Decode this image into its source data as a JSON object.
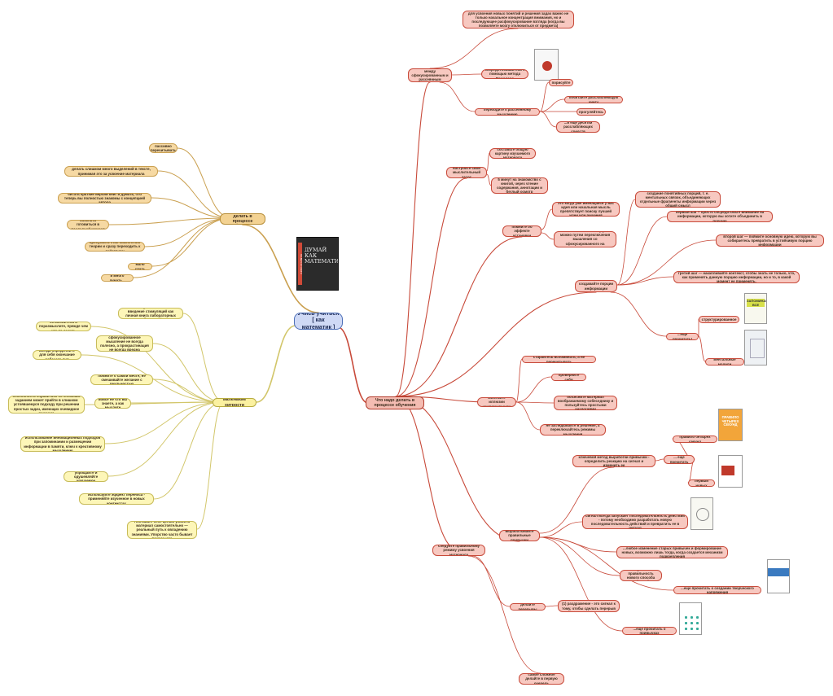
{
  "central": {
    "text": "Учись учиться [ как математик ]"
  },
  "branches": {
    "dont": {
      "label": "Что не надо делать в процессе обучения",
      "items": [
        "пассивно перечитывать",
        "делать слишком много выделений в тексте, принимая это за усвоение материала",
        "читать краткие версии книг и думать, что теперь вы полностью знакомы с концепцией автора",
        "начинать готовиться в последний момент",
        "пропускать этап накопления теории и сразу переходить к действиям",
        "мало спать",
        "и много думать..."
      ]
    },
    "tricks": {
      "label": "маленькие хитрости",
      "items": [
        "самосовершенствование и введение стимуляций как личная книга лабораторных наблюдений",
        "остановитесь и поразмыслите, прежде чем что-то делать",
        "сфокусированное мышление не всегда полезно, а прокрастинация не всегда вредна",
        "всегда определяйте для себя окончание рабочего дня",
        "помните о самой мечте, не смешивайте желание с реальностью",
        "вовсе не что вы знаете, а как мыслите",
        "способность справиться со сложным заданием может прийти в слишком устоявшемуся подходу при решении простых задач, имеющих очевидное решение",
        "использование инновационных подходов при запоминании и размещении информации в памяти, ключ к креативному мышлению",
        "упрощайте и одушевляйте изучаемое",
        "используйте эффект переноса - применяйте изученное в новых контекстах",
        "Поставьте себе целью усвоить материал самостоятельно — реальный путь к овладению знаниями. Упорство часто бывает важнее ума"
      ]
    },
    "do": {
      "label": "Что надо делать в процессе обучения",
      "switch": {
        "label": "переключайтесь между сфокусированным и рассеянным мышлением",
        "top": "для усвоения новых понятий и решения задач важно не только начальное концентрация внимания, но и последующее расфокусирование взгляда (когда вы позволяете мозгу отключиться от предмета)",
        "focus": "сосредоточивайтесь с помощью метода Помодоро",
        "diffuse": "переходите к рассеянному мышлению",
        "diffuse_items": [
          "порисуйте",
          "почитайте расслабляющую книгу",
          "прогуляйтесь",
          "...и еще десятки расслабляющих средств"
        ]
      },
      "tune": {
        "label": "настройте свой мыслительный засос",
        "items": [
          "составьте общую картину изучаемого материала",
          "5 минут на знакомство с книгой, через чтение содержания, аннотации и беглый осмотр"
        ]
      },
      "illusion": {
        "label": "помните об эффекте установки",
        "items": [
          "это когда уже имеющаяся у вас идея или начальная мысль препятствует поиску лучшей идеи или решения",
          "избавиться от такого эффекта можно путем переключения мышления со сфокусированного на рассеянное"
        ]
      },
      "chunks": {
        "label": "создавайте порции информации",
        "items": [
          "создание понятийных порций, т. е. ментальных связок, объединяющих отдельные фрагменты информации через общий смысл",
          "первый шаг – просто сосредоточьте внимание на информации, которую вы хотите объединить в порцию",
          "второй шаг — поймите основную идею, которую вы собираетесь превратить в устойчивую порцию информации",
          "третий шаг — накапливайте контекст, чтобы знать не только, что, как применять данную порцию информации, но и то, в какой момент ее применять."
        ],
        "more": "...еще прочитать!",
        "more_items": [
          "структурированное",
          "ментальные модели"
        ]
      },
      "avoid": {
        "label": "избегайте иллюзии компетентности",
        "items": [
          "старайтесь вспоминать, а не перечитывать",
          "проверяйте себя",
          "объясните материал воображаемому собеседнику и пользуйтесь простыми аналогиями",
          "не заглядывайте в решение, а переключайтесь режимы мышления"
        ]
      },
      "habits": {
        "label": "вырабатывайте правильные привычки",
        "key": "ключевой метод выработки привычки - определить реакцию на сигнал и изменить ее",
        "more": "... еще прочитать",
        "more_items": [
          "правило четырех секунд",
          "первый новых"
        ],
        "items": [
          "сигнал всегда запускает последовательность действий - потому необходимо разработать новую последовательность действий и превратить ее в ритуал",
          "...любое изменение старых привычек и формирование новых, возможно лишь тогда, когда создается механизм подкрепления",
          "верьте в правильность нового способа действий",
          "...еще прочитать о создании творческого напряжения"
        ],
        "habit_read": "...еще прочитать о привычках"
      },
      "pace": {
        "label": "следуйте правильному режиму усвоения материала",
        "breaks": "делайте перерывы",
        "breaks_note": "(1) раздражение - это сигнал к тому, чтобы сделать перерыв",
        "hard": "самое сложное делайте в первую очередь"
      }
    }
  },
  "books": {
    "main": {
      "title": "ДУМАЙ КАК МАТЕМАТИК",
      "tag": "ПО-ВЕРСИИ КНИГИ"
    },
    "power": {
      "title": "ПРАВИЛО ЧЕТЫРЕХ СЕКУНД"
    },
    "scan": {
      "title": "ЗАПОМИНАЙ ВСЕ"
    }
  },
  "colors": {
    "red": "#c84a3a",
    "orange": "#caa050",
    "yellow": "#d2c66a",
    "central": "#4d6fb8"
  }
}
